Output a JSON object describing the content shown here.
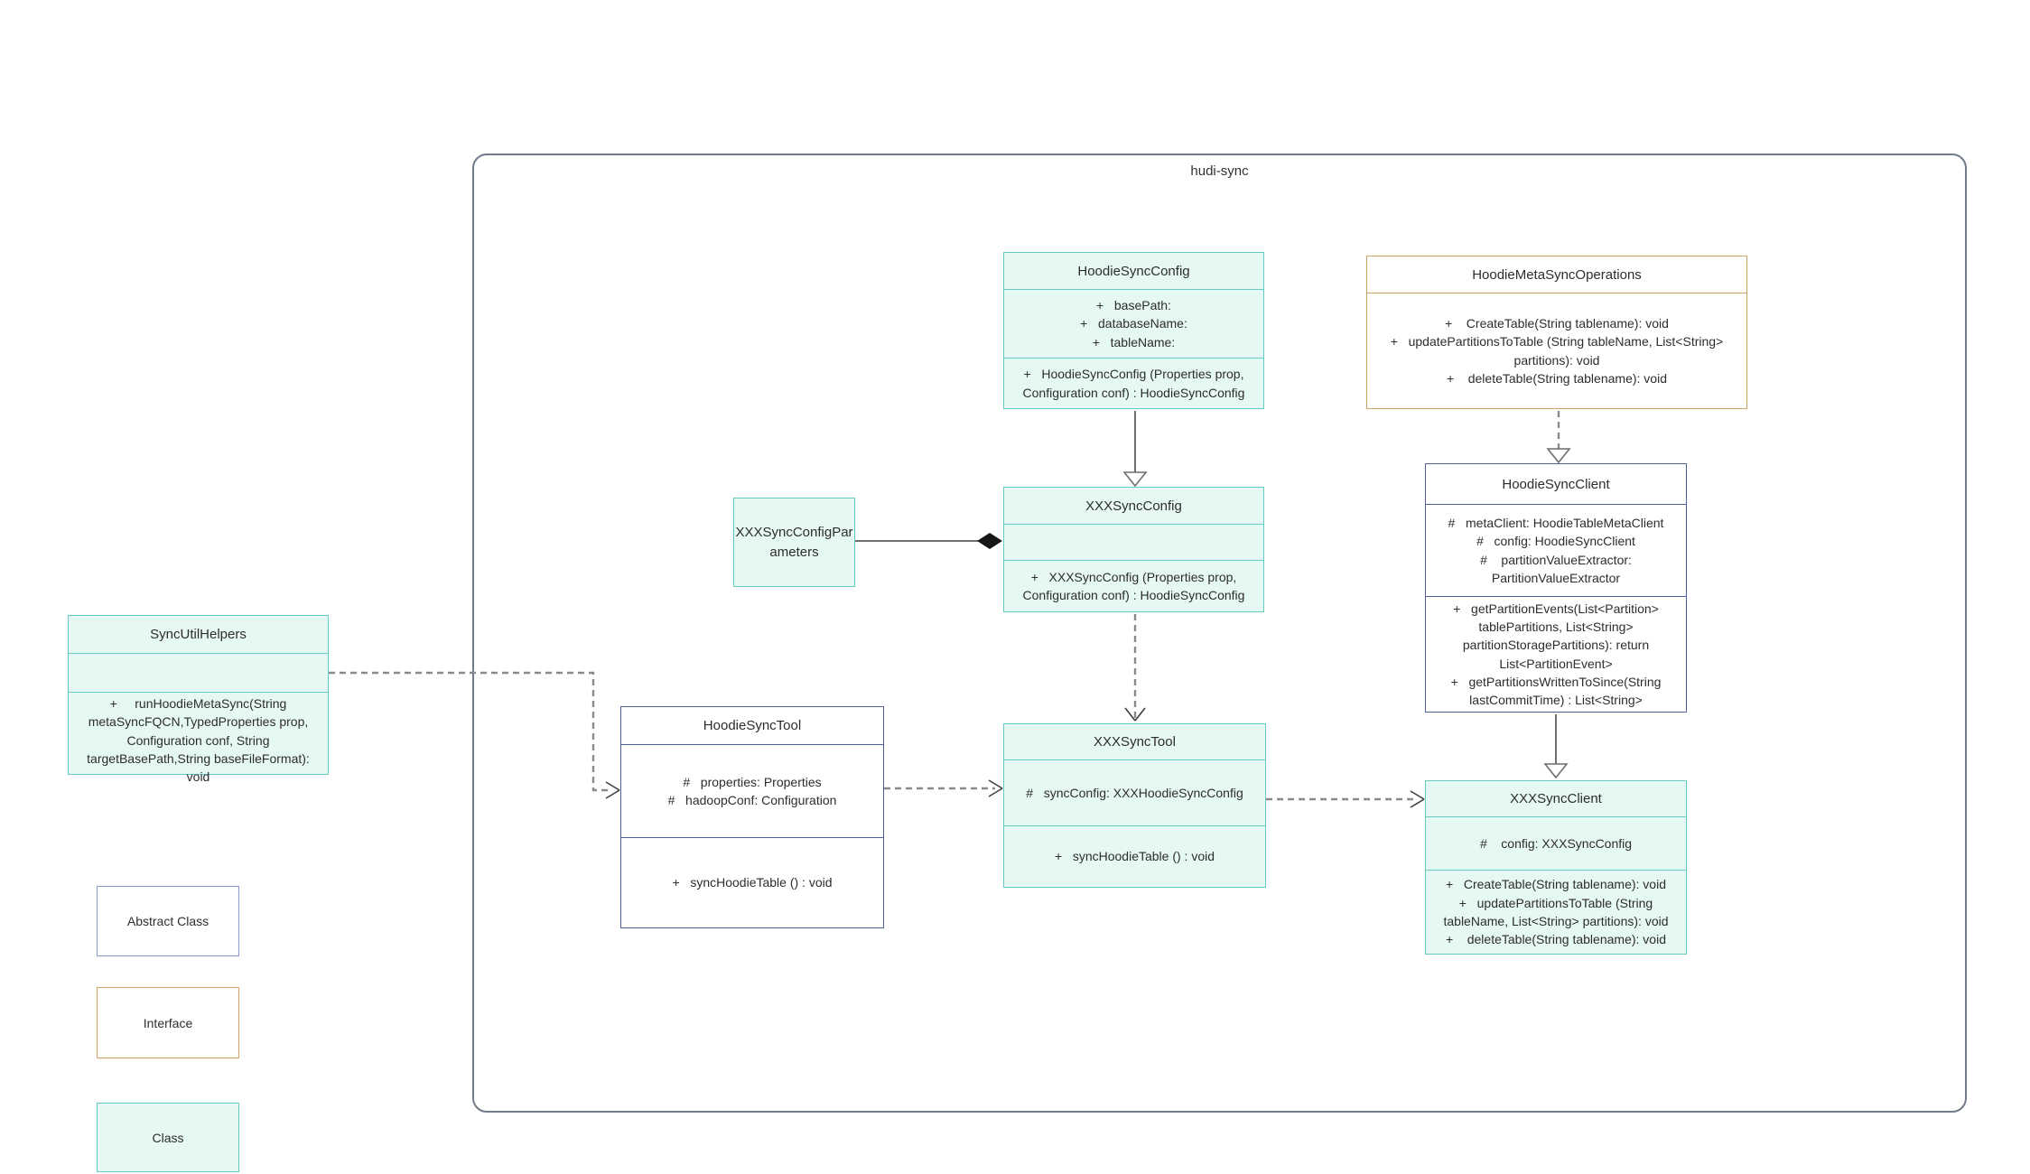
{
  "container": {
    "label": "hudi-sync"
  },
  "classes": {
    "hoodieSyncConfig": {
      "title": "HoodieSyncConfig",
      "stereotype": "class",
      "attributes": [
        "+   basePath:",
        "+   databaseName:",
        "+   tableName:"
      ],
      "methods": [
        "+   HoodieSyncConfig (Properties prop, Configuration conf) : HoodieSyncConfig"
      ]
    },
    "hoodieMetaSyncOperations": {
      "title": "HoodieMetaSyncOperations",
      "stereotype": "interface",
      "methods": [
        "+    CreateTable(String tablename): void",
        "+   updatePartitionsToTable (String tableName, List<String> partitions): void",
        "+    deleteTable(String tablename): void"
      ]
    },
    "xxxSyncConfigParameters": {
      "title": "XXXSyncConfigPar\nameters",
      "stereotype": "class"
    },
    "xxxSyncConfig": {
      "title": "XXXSyncConfig",
      "stereotype": "class",
      "methods": [
        "+   XXXSyncConfig (Properties prop, Configuration conf) : HoodieSyncConfig"
      ]
    },
    "hoodieSyncClient": {
      "title": "HoodieSyncClient",
      "stereotype": "abstract",
      "attributes": [
        "#   metaClient: HoodieTableMetaClient",
        "#   config: HoodieSyncClient",
        "#    partitionValueExtractor: PartitionValueExtractor"
      ],
      "methods": [
        "+   getPartitionEvents(List<Partition> tablePartitions, List<String> partitionStoragePartitions): return List<PartitionEvent>",
        "+   getPartitionsWrittenToSince(String lastCommitTime) : List<String>"
      ]
    },
    "syncUtilHelpers": {
      "title": "SyncUtilHelpers",
      "stereotype": "class",
      "methods": [
        "+     runHoodieMetaSync(String metaSyncFQCN,TypedProperties prop, Configuration conf, String targetBasePath,String baseFileFormat): void"
      ]
    },
    "hoodieSyncTool": {
      "title": "HoodieSyncTool",
      "stereotype": "abstract",
      "attributes": [
        "#   properties: Properties",
        "#   hadoopConf: Configuration"
      ],
      "methods": [
        "+   syncHoodieTable () : void"
      ]
    },
    "xxxSyncTool": {
      "title": "XXXSyncTool",
      "stereotype": "class",
      "attributes": [
        "#   syncConfig: XXXHoodieSyncConfig"
      ],
      "methods": [
        "+   syncHoodieTable () : void"
      ]
    },
    "xxxSyncClient": {
      "title": "XXXSyncClient",
      "stereotype": "class",
      "attributes": [
        "#    config: XXXSyncConfig"
      ],
      "methods": [
        "+   CreateTable(String tablename): void",
        "+   updatePartitionsToTable (String tableName, List<String> partitions): void",
        "+    deleteTable(String tablename): void"
      ]
    }
  },
  "relationships": [
    {
      "from": "HoodieSyncConfig",
      "to": "XXXSyncConfig",
      "type": "generalization-solid-hollow-triangle"
    },
    {
      "from": "HoodieMetaSyncOperations",
      "to": "HoodieSyncClient",
      "type": "realization-dashed-hollow-triangle"
    },
    {
      "from": "XXXSyncConfig",
      "to": "XXXSyncTool",
      "type": "dependency-dashed-open-arrow"
    },
    {
      "from": "HoodieSyncClient",
      "to": "XXXSyncClient",
      "type": "generalization-solid-hollow-triangle"
    },
    {
      "from": "XXXSyncConfigParameters",
      "to": "XXXSyncConfig",
      "type": "composition-filled-diamond"
    },
    {
      "from": "SyncUtilHelpers",
      "to": "HoodieSyncTool",
      "type": "dependency-dashed-open-arrow"
    },
    {
      "from": "HoodieSyncTool",
      "to": "XXXSyncTool",
      "type": "dependency-dashed-open-arrow"
    },
    {
      "from": "XXXSyncTool",
      "to": "XXXSyncClient",
      "type": "dependency-dashed-open-arrow"
    }
  ],
  "legend": {
    "items": [
      {
        "label": "Abstract Class",
        "type": "abstract"
      },
      {
        "label": "Interface",
        "type": "interface"
      },
      {
        "label": "Class",
        "type": "class"
      }
    ]
  },
  "colors": {
    "class_fill": "#e6f8f4",
    "class_border": "#64cbbe",
    "abstract_border": "#4f619b",
    "legend_abstract_border": "#8b9cd1",
    "interface_border": "#d2a567",
    "container_border": "#717b8c",
    "solid_line": "#6f6f6f",
    "dashed_line": "#8a8a8a",
    "text": "#2d2d2d"
  }
}
